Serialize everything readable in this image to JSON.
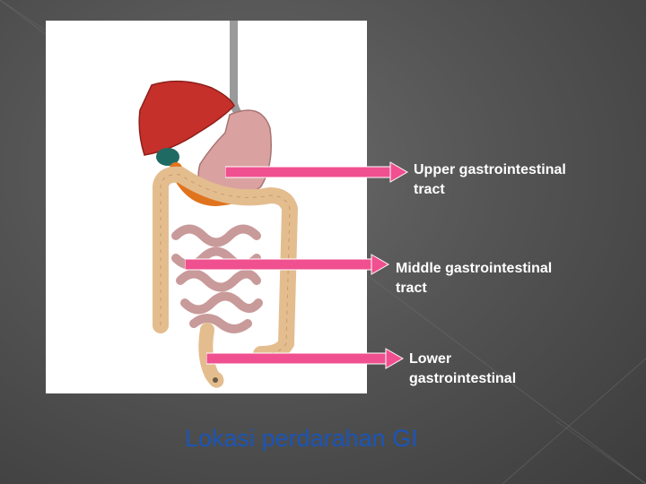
{
  "slide": {
    "title": "Lokasi perdarahan GI",
    "labels": {
      "upper": {
        "line1": "Upper gastrointestinal",
        "line2": "tract"
      },
      "middle": {
        "line1": "Middle gastrointestinal",
        "line2": "tract"
      },
      "lower": {
        "line1": "Lower",
        "line2": "gastrointestinal"
      }
    }
  },
  "colors": {
    "arrow": "#f0508f",
    "title": "#1a55b8",
    "label_text": "#ffffff",
    "background": "#555555"
  },
  "icons": {
    "figure": "digestive-system-illustration"
  }
}
